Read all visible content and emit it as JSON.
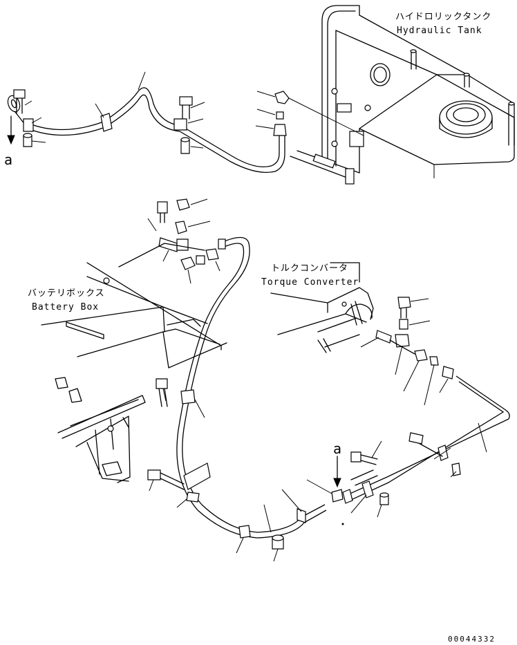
{
  "labels": {
    "hydraulic_tank_jp": "ハイドロリックタンク",
    "hydraulic_tank_en": "Hydraulic Tank",
    "torque_converter_jp": "トルクコンバータ",
    "torque_converter_en": "Torque Converter",
    "battery_box_jp": "バッテリボックス",
    "battery_box_en": "Battery Box",
    "view_marker_top": "a",
    "view_marker_bottom": "a"
  },
  "drawing_number": "00044332"
}
